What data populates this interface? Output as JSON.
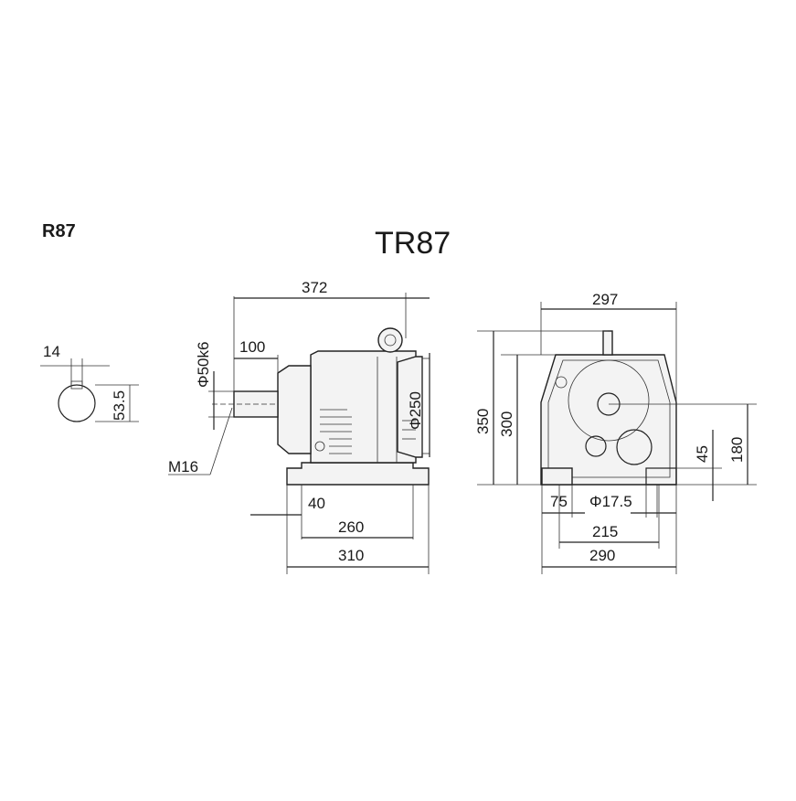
{
  "header": {
    "model_code": "R87",
    "title": "TR87"
  },
  "shaft_section": {
    "key_width": "14",
    "key_depth": "53.5"
  },
  "side_view": {
    "overall_length": "372",
    "shaft_length": "100",
    "shaft_diameter": "Φ50k6",
    "thread": "M16",
    "flange_diameter": "Φ250",
    "foot_offset": "40",
    "foot_hole_spacing": "260",
    "foot_length": "310"
  },
  "front_view": {
    "overall_width": "297",
    "overall_height": "350",
    "housing_height": "300",
    "shaft_center_height": "180",
    "foot_height": "45",
    "foot_edge": "75",
    "hole_diameter": "Φ17.5",
    "hole_spacing": "215",
    "foot_width": "290"
  }
}
